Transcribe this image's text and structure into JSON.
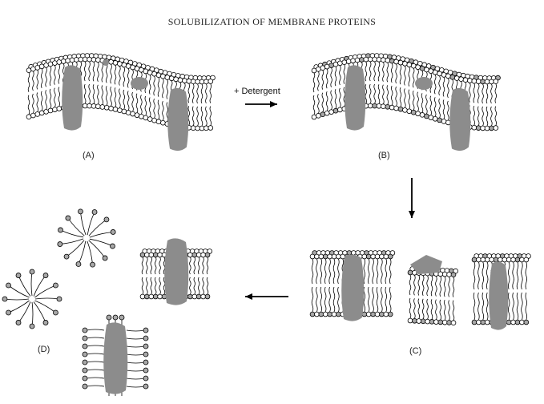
{
  "title": "SOLUBILIZATION OF MEMBRANE PROTEINS",
  "step_arrow_label": "+ Detergent",
  "panels": {
    "a": "(A)",
    "b": "(B)",
    "c": "(C)",
    "d": "(D)"
  },
  "colors": {
    "lipid_head": "#ffffff",
    "lipid_outline": "#000000",
    "detergent_head": "#a8a8a8",
    "protein": "#8c8c8c",
    "arrow": "#000000"
  }
}
